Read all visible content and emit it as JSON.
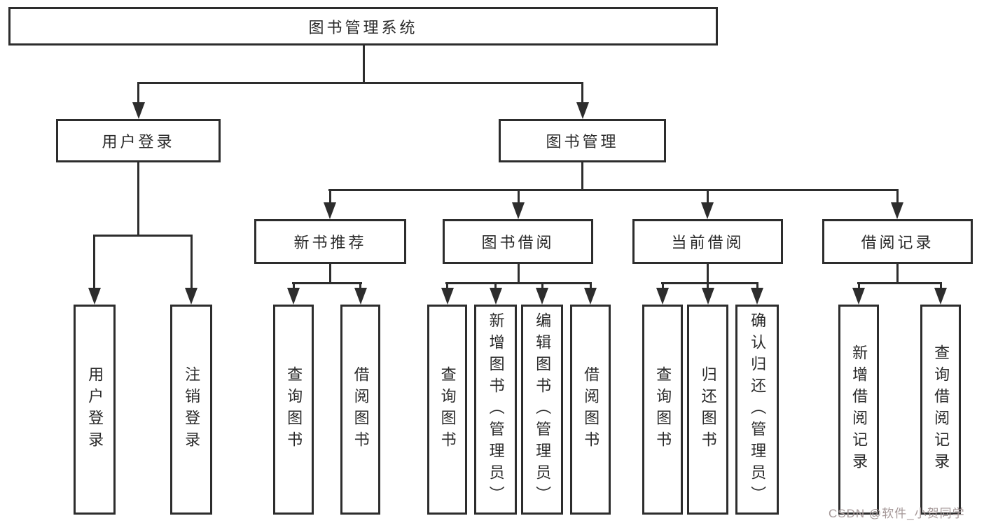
{
  "tree": {
    "label": "图书管理系统",
    "children": [
      {
        "label": "用户登录",
        "children": [
          {
            "label": "用户登录"
          },
          {
            "label": "注销登录"
          }
        ]
      },
      {
        "label": "图书管理",
        "children": [
          {
            "label": "新书推荐",
            "children": [
              {
                "label": "查询图书"
              },
              {
                "label": "借阅图书"
              }
            ]
          },
          {
            "label": "图书借阅",
            "children": [
              {
                "label": "查询图书"
              },
              {
                "label": "新增图书（管理员）"
              },
              {
                "label": "编辑图书（管理员）"
              },
              {
                "label": "借阅图书"
              }
            ]
          },
          {
            "label": "当前借阅",
            "children": [
              {
                "label": "查询图书"
              },
              {
                "label": "归还图书"
              },
              {
                "label": "确认归还（管理员）"
              }
            ]
          },
          {
            "label": "借阅记录",
            "children": [
              {
                "label": "新增借阅记录"
              },
              {
                "label": "查询借阅记录"
              }
            ]
          }
        ]
      }
    ]
  },
  "watermark": {
    "text": "CSDN @软件_小贺同学"
  },
  "colors": {
    "line": "#2d2d2d",
    "box_border": "#2d2d2d",
    "text": "#2a2a2a",
    "background": "#ffffff",
    "watermark": "#a59898"
  }
}
